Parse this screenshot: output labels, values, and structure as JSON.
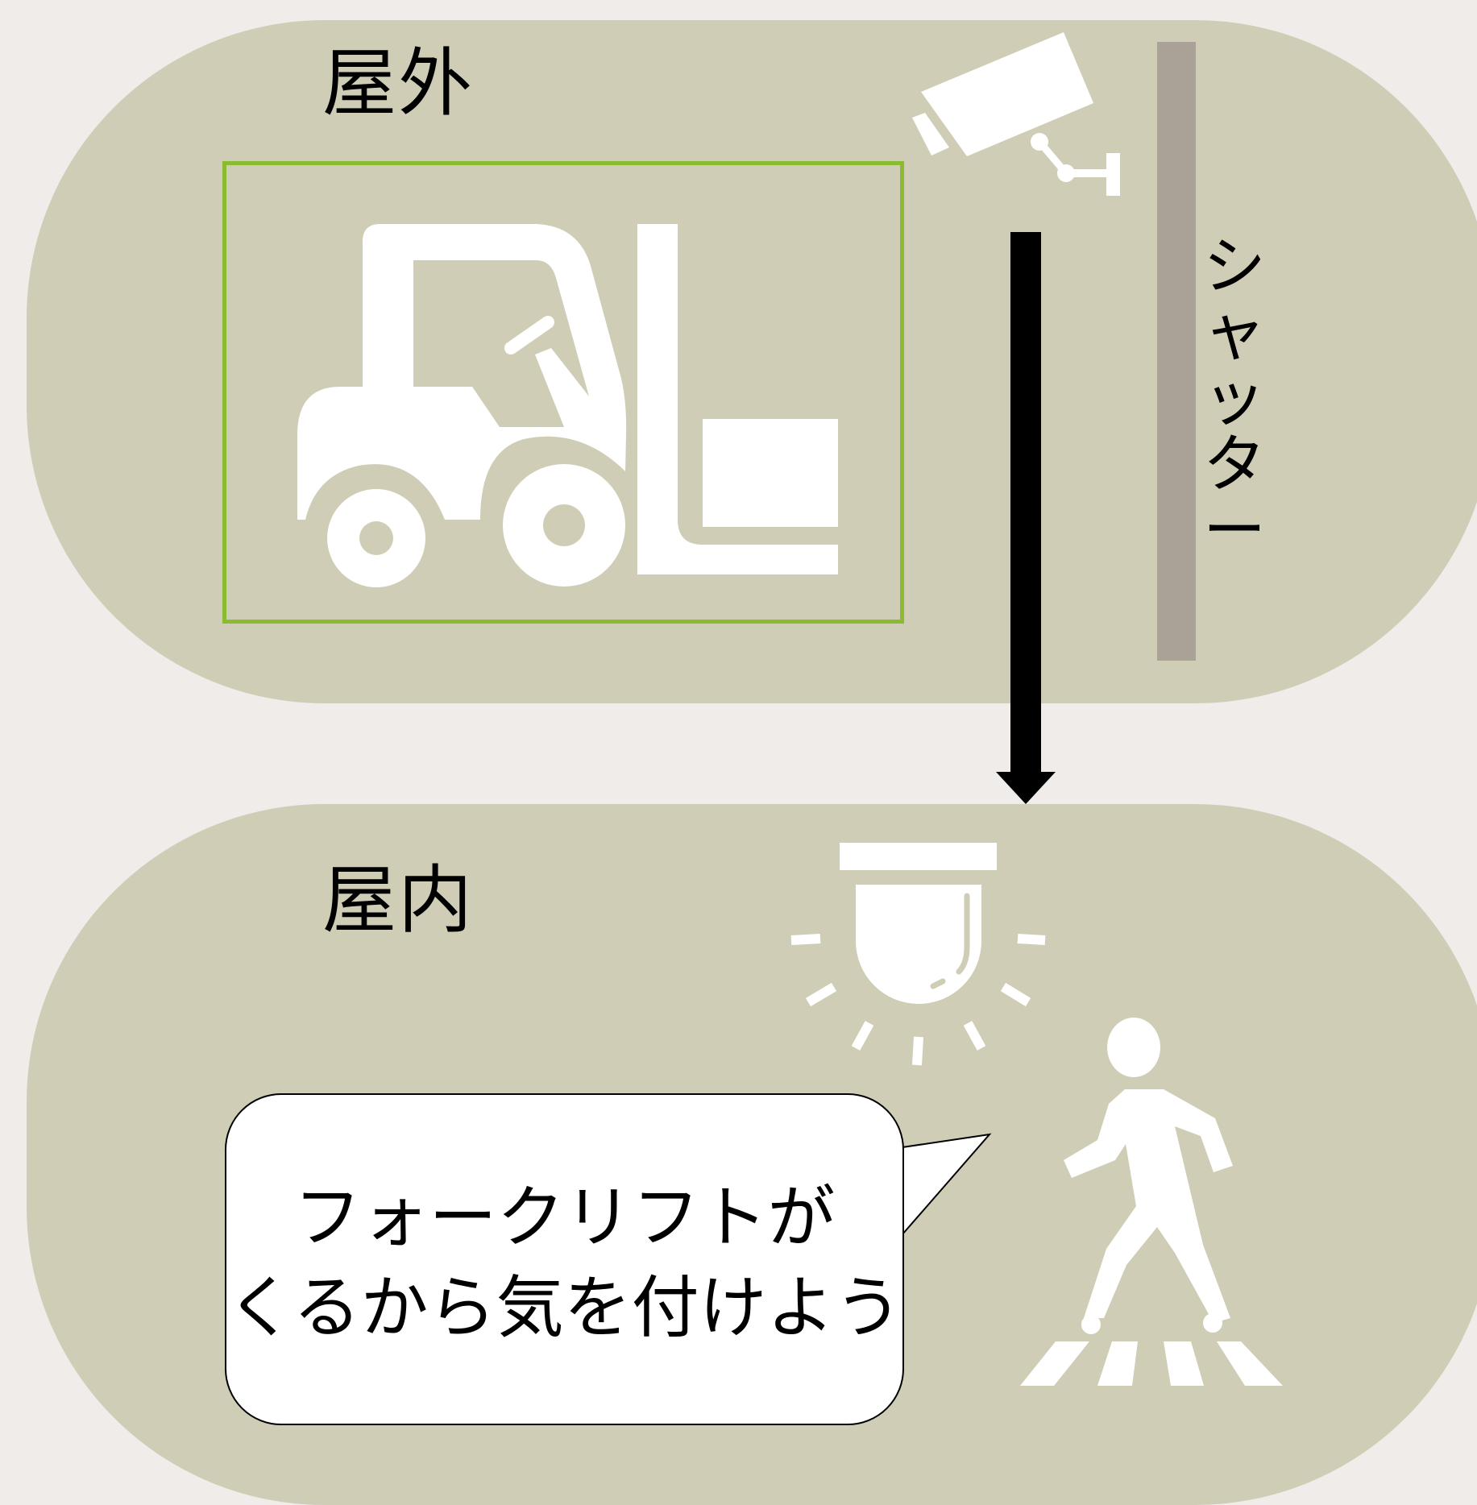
{
  "zones": {
    "outdoor_label": "屋外",
    "indoor_label": "屋内"
  },
  "shutter": {
    "label": "シャッター"
  },
  "speech_bubble": {
    "line1": "フォークリフトが",
    "line2": "くるから気を付けよう"
  },
  "icons": {
    "outdoor": [
      "security-camera-icon",
      "forklift-icon"
    ],
    "indoor": [
      "warning-light-icon",
      "pedestrian-icon",
      "crosswalk-icon"
    ],
    "connector": "down-arrow-icon"
  },
  "colors": {
    "background": "#efecea",
    "zone_fill": "#d0cdb6",
    "shutter": "#aba297",
    "frame": "#8bbb2e",
    "icon": "#ffffff",
    "arrow": "#000000"
  }
}
